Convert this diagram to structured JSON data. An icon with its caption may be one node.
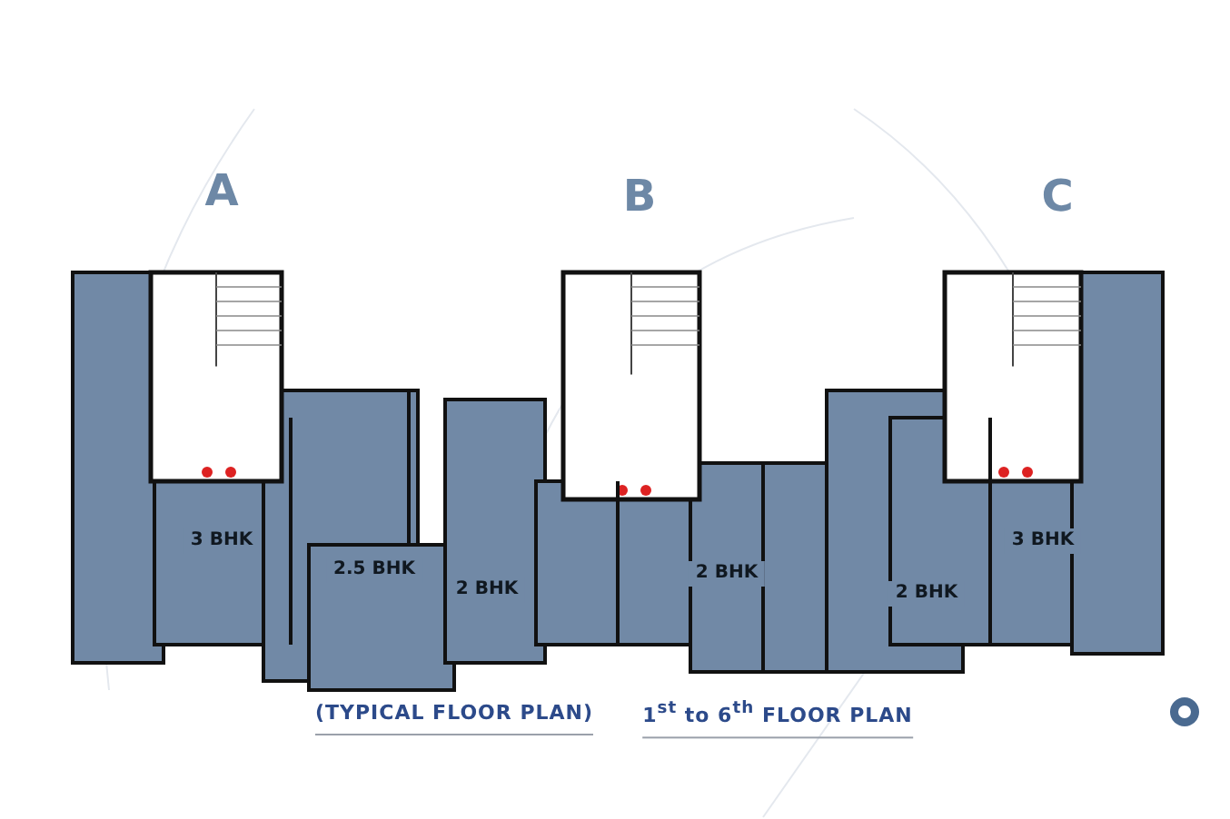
{
  "diagram": {
    "labels": [
      "A",
      "B",
      "C",
      "3 BHK",
      "2.5 BHK",
      "2 BHK",
      "2 BHK",
      "2 BHK",
      "3 BHK",
      "(TYPICAL FLOOR PLAN)",
      "1$^{st}$ to 6$^{th}$ FLOOR PLAN"
    ]
  }
}
